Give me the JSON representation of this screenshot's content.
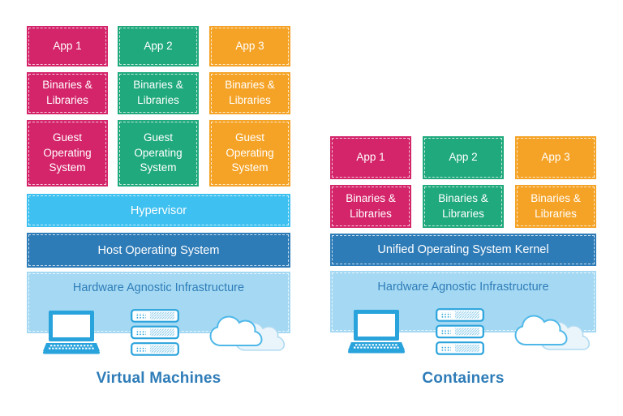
{
  "colors": {
    "pink": "#D4246A",
    "green": "#1FA97C",
    "orange": "#F5A326",
    "sky_blue": "#3EC0F0",
    "dark_blue": "#2D7BB7",
    "light_blue": "#A5D9F3",
    "text_blue": "#2E7CB8",
    "icon_blue": "#29A3DC"
  },
  "vm": {
    "label": "Virtual Machines",
    "stacks": [
      {
        "app": "App 1",
        "binaries": "Binaries & Libraries",
        "guest_os": "Guest Operating System"
      },
      {
        "app": "App 2",
        "binaries": "Binaries & Libraries",
        "guest_os": "Guest Operating System"
      },
      {
        "app": "App 3",
        "binaries": "Binaries & Libraries",
        "guest_os": "Guest Operating System"
      }
    ],
    "hypervisor": "Hypervisor",
    "host_os": "Host Operating System",
    "infrastructure": "Hardware Agnostic Infrastructure",
    "infrastructure_icons": [
      "laptop-icon",
      "server-icon",
      "cloud-icon"
    ]
  },
  "containers": {
    "label": "Containers",
    "stacks": [
      {
        "app": "App 1",
        "binaries": "Binaries & Libraries"
      },
      {
        "app": "App 2",
        "binaries": "Binaries & Libraries"
      },
      {
        "app": "App 3",
        "binaries": "Binaries & Libraries"
      }
    ],
    "kernel": "Unified Operating System Kernel",
    "infrastructure": "Hardware Agnostic Infrastructure",
    "infrastructure_icons": [
      "laptop-icon",
      "server-icon",
      "cloud-icon"
    ]
  }
}
